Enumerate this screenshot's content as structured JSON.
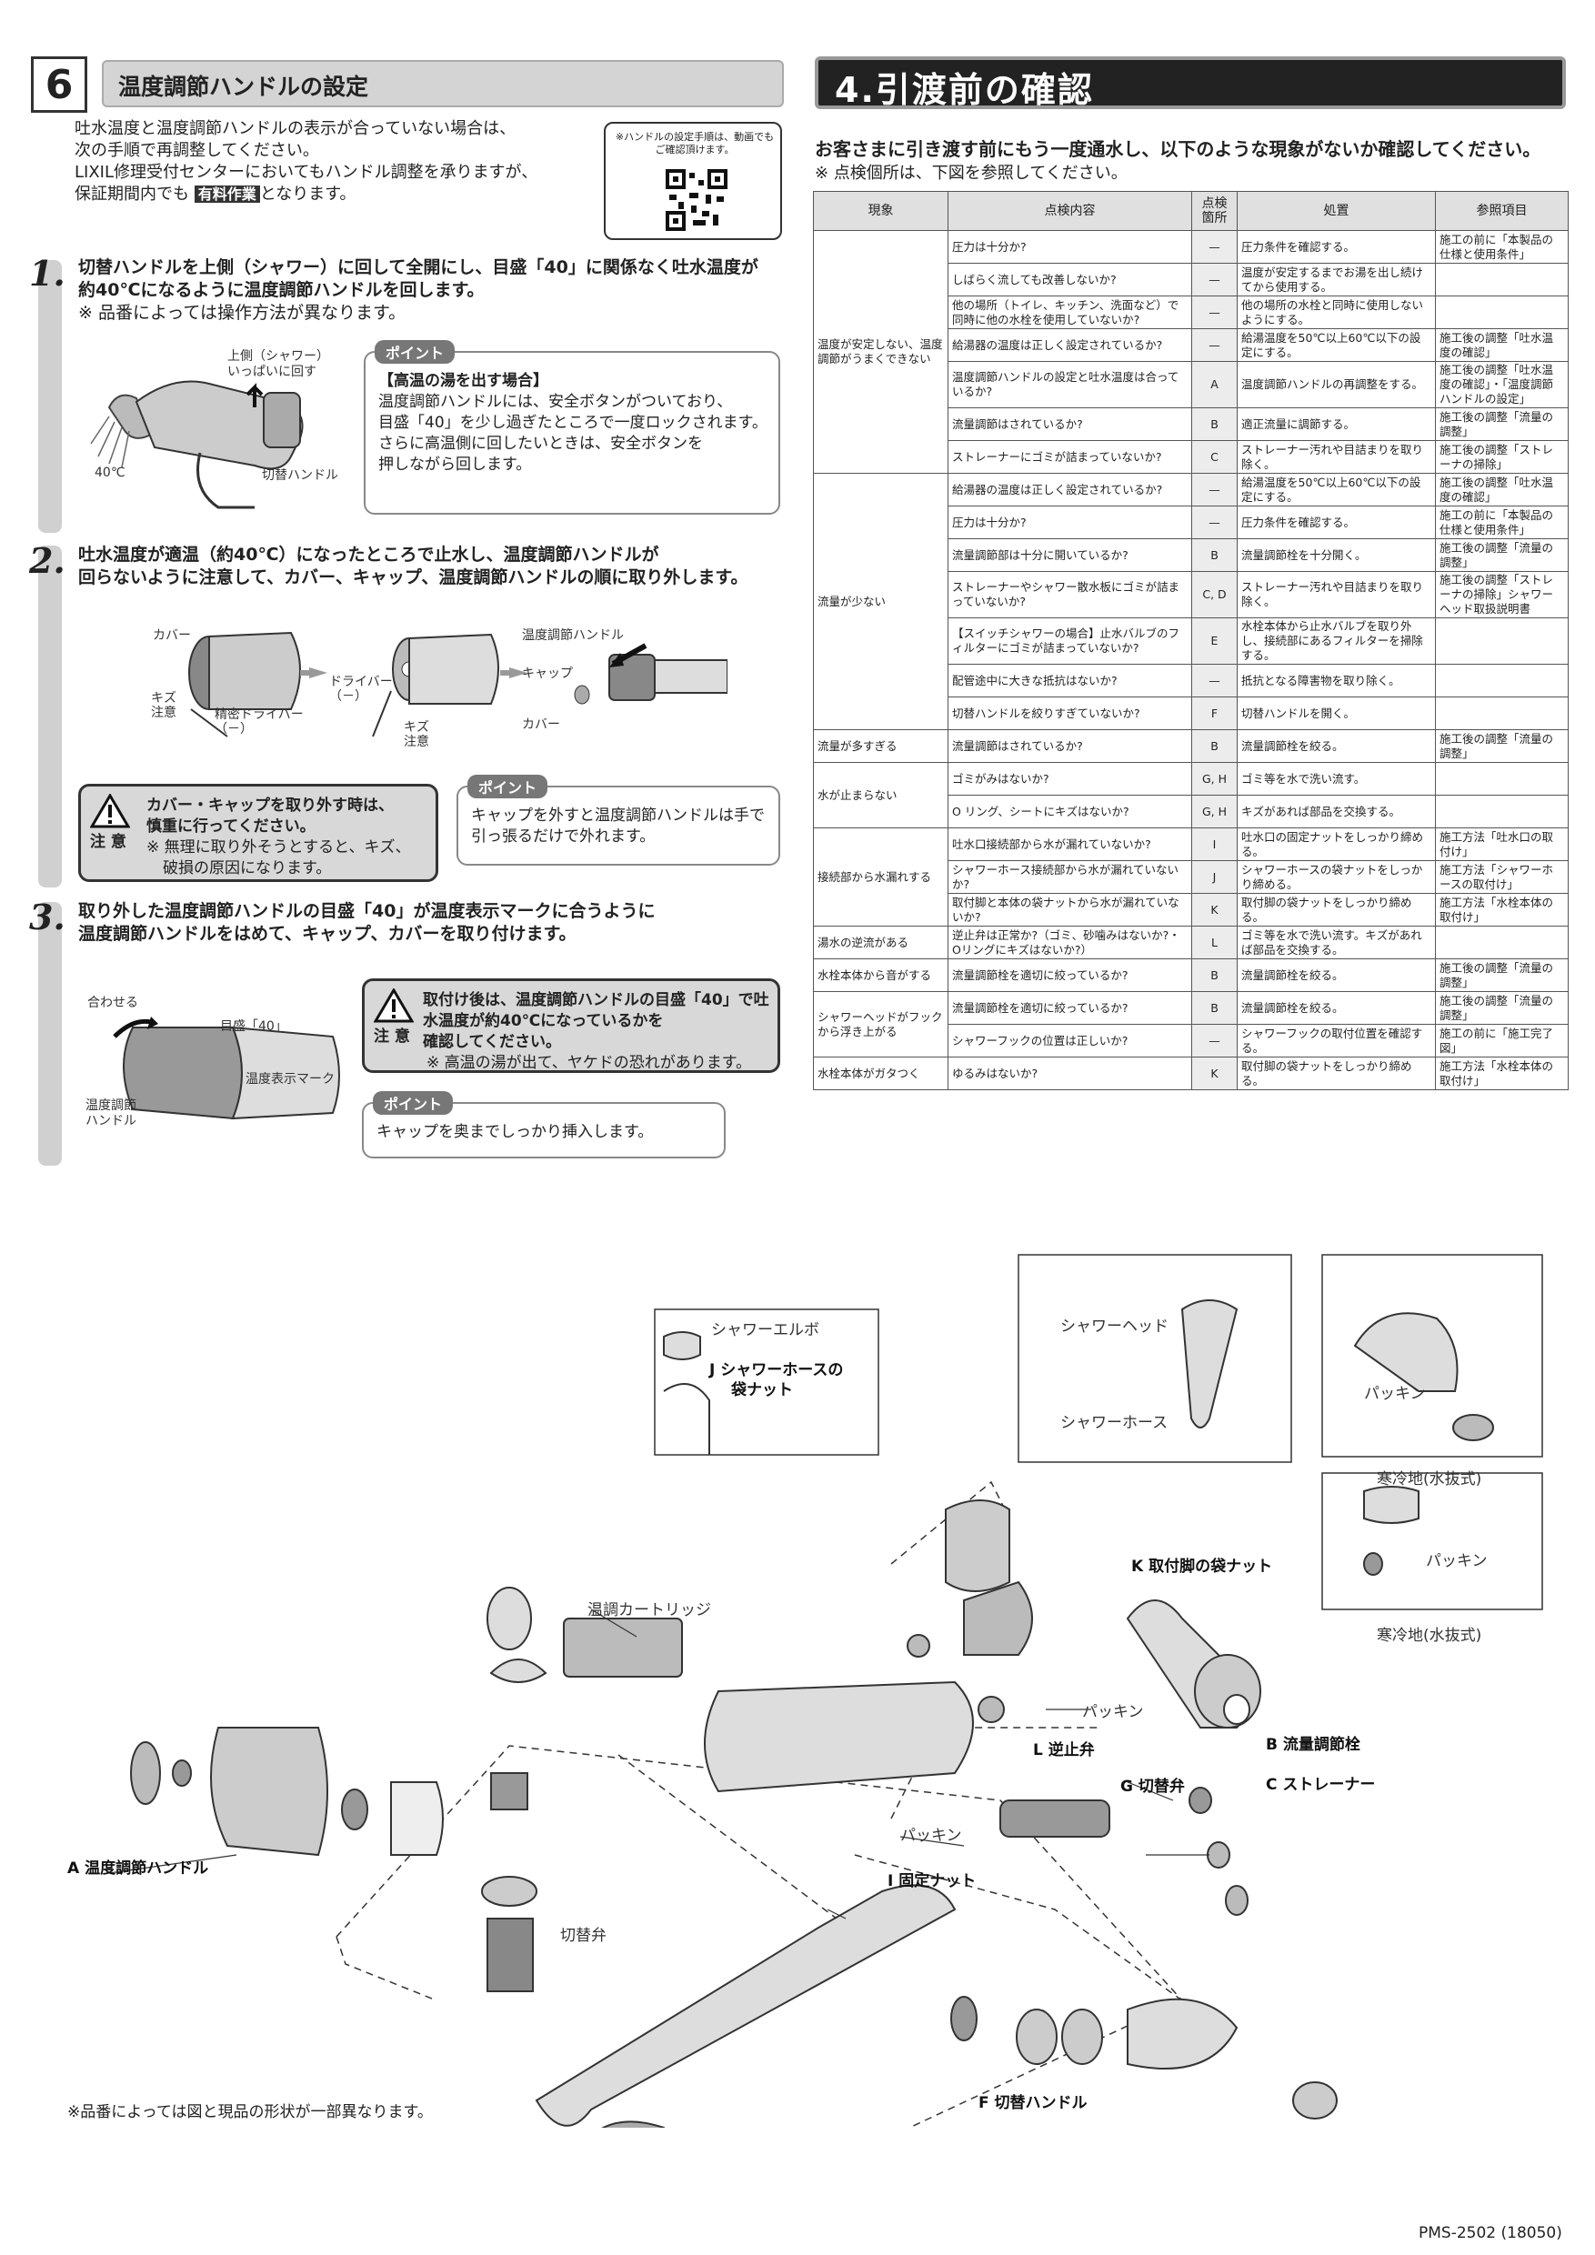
{
  "section6": {
    "number": "6",
    "title": "温度調節ハンドルの設定",
    "intro": [
      "吐水温度と温度調節ハンドルの表示が合っていない場合は、",
      "次の手順で再調整してください。",
      "LIXIL修理受付センターにおいてもハンドル調整を承りますが、"
    ],
    "intro_last_pre": "保証期間内でも",
    "intro_badge": "有料作業",
    "intro_last_post": "となります。",
    "qr_caption": "※ハンドルの設定手順は、動画でもご確認頂けます。",
    "step1": {
      "num": "1.",
      "line1": "切替ハンドルを上側（シャワー）に回して全開にし、目盛「40」に関係なく吐水温度が",
      "line2": "約40℃になるように温度調節ハンドルを回します。",
      "note": "※ 品番によっては操作方法が異なります。",
      "fig_upper": "上側（シャワー）",
      "fig_upper2": "いっぱいに回す",
      "fig_temp": "40℃",
      "fig_handle": "切替ハンドル",
      "point_tag": "ポイント",
      "point_title": "【高温の湯を出す場合】",
      "point_lines": [
        "温度調節ハンドルには、安全ボタンがついており、",
        "目盛「40」を少し過ぎたところで一度ロックされます。",
        "さらに高温側に回したいときは、安全ボタンを",
        "押しながら回します。"
      ]
    },
    "step2": {
      "num": "2.",
      "line1": "吐水温度が適温（約40℃）になったところで止水し、温度調節ハンドルが",
      "line2": "回らないように注意して、カバー、キャップ、温度調節ハンドルの順に取り外します。",
      "fig_cover": "カバー",
      "fig_scratch": "キズ",
      "fig_scratch2": "注意",
      "fig_driver": "精密ドライバー",
      "fig_minus": "（－）",
      "fig_driver2": "ドライバー",
      "fig_handle": "温度調節ハンドル",
      "fig_cap": "キャップ",
      "fig_cover2": "カバー",
      "caution_label": "注 意",
      "caution_lines": [
        "カバー・キャップを取り外す時は、",
        "慎重に行ってください。"
      ],
      "caution_note": [
        "※ 無理に取り外そうとすると、キズ、",
        "破損の原因になります。"
      ],
      "point_tag": "ポイント",
      "point_lines": [
        "キャップを外すと温度調節ハンドルは手で",
        "引っ張るだけで外れます。"
      ]
    },
    "step3": {
      "num": "3.",
      "line1": "取り外した温度調節ハンドルの目盛「40」が温度表示マークに合うように",
      "line2": "温度調節ハンドルをはめて、キャップ、カバーを取り付けます。",
      "fig_align": "合わせる",
      "fig_scale": "目盛「40」",
      "fig_mark": "温度表示マーク",
      "fig_handle": "温度調節",
      "fig_handle2": "ハンドル",
      "caution_label": "注 意",
      "caution_lines": [
        "取付け後は、温度調節ハンドルの目盛「40」で吐",
        "水温度が約40℃になっているかを",
        "確認してください。"
      ],
      "caution_note": [
        "※ 高温の湯が出て、ヤケドの恐れがあります。"
      ],
      "point_tag": "ポイント",
      "point_lines": [
        "キャップを奥までしっかり挿入します。"
      ]
    }
  },
  "section4": {
    "title": "4.引渡前の確認",
    "lead": "お客さまに引き渡す前にもう一度通水し、以下のような現象がないか確認してください。",
    "note": "※ 点検個所は、下図を参照してください。",
    "headers": [
      "現象",
      "点検内容",
      "点検箇所",
      "処置",
      "参照項目"
    ],
    "groups": [
      {
        "phenomenon": "温度が安定しない、温度調節がうまくできない",
        "rows": [
          [
            "圧力は十分か?",
            "—",
            "圧力条件を確認する。",
            "施工の前に「本製品の仕様と使用条件」"
          ],
          [
            "しばらく流しても改善しないか?",
            "—",
            "温度が安定するまでお湯を出し続けてから使用する。",
            ""
          ],
          [
            "他の場所（トイレ、キッチン、洗面など）で同時に他の水栓を使用していないか?",
            "—",
            "他の場所の水栓と同時に使用しないようにする。",
            ""
          ],
          [
            "給湯器の温度は正しく設定されているか?",
            "—",
            "給湯温度を50℃以上60℃以下の設定にする。",
            "施工後の調整「吐水温度の確認」"
          ],
          [
            "温度調節ハンドルの設定と吐水温度は合っているか?",
            "A",
            "温度調節ハンドルの再調整をする。",
            "施工後の調整「吐水温度の確認」・「温度調節ハンドルの設定」"
          ],
          [
            "流量調節はされているか?",
            "B",
            "適正流量に調節する。",
            "施工後の調整「流量の調整」"
          ],
          [
            "ストレーナーにゴミが詰まっていないか?",
            "C",
            "ストレーナー汚れや目詰まりを取り除く。",
            "施工後の調整「ストレーナの掃除」"
          ]
        ]
      },
      {
        "phenomenon": "流量が少ない",
        "rows": [
          [
            "給湯器の温度は正しく設定されているか?",
            "—",
            "給湯温度を50℃以上60℃以下の設定にする。",
            "施工後の調整「吐水温度の確認」"
          ],
          [
            "圧力は十分か?",
            "—",
            "圧力条件を確認する。",
            "施工の前に「本製品の仕様と使用条件」"
          ],
          [
            "流量調節部は十分に開いているか?",
            "B",
            "流量調節栓を十分開く。",
            "施工後の調整「流量の調整」"
          ],
          [
            "ストレーナーやシャワー散水板にゴミが詰まっていないか?",
            "C, D",
            "ストレーナー汚れや目詰まりを取り除く。",
            "施工後の調整「ストレーナの掃除」シャワーヘッド取扱説明書"
          ],
          [
            "【スイッチシャワーの場合】止水バルブのフィルターにゴミが詰まっていないか?",
            "E",
            "水栓本体から止水バルブを取り外し、接続部にあるフィルターを掃除する。",
            ""
          ],
          [
            "配管途中に大きな抵抗はないか?",
            "—",
            "抵抗となる障害物を取り除く。",
            ""
          ],
          [
            "切替ハンドルを絞りすぎていないか?",
            "F",
            "切替ハンドルを開く。",
            ""
          ]
        ]
      },
      {
        "phenomenon": "流量が多すぎる",
        "rows": [
          [
            "流量調節はされているか?",
            "B",
            "流量調節栓を絞る。",
            "施工後の調整「流量の調整」"
          ]
        ]
      },
      {
        "phenomenon": "水が止まらない",
        "rows": [
          [
            "ゴミがみはないか?",
            "G, H",
            "ゴミ等を水で洗い流す。",
            ""
          ],
          [
            "O リング、シートにキズはないか?",
            "G, H",
            "キズがあれば部品を交換する。",
            ""
          ]
        ]
      },
      {
        "phenomenon": "接続部から水漏れする",
        "rows": [
          [
            "吐水口接続部から水が漏れていないか?",
            "I",
            "吐水口の固定ナットをしっかり締める。",
            "施工方法「吐水口の取付け」"
          ],
          [
            "シャワーホース接続部から水が漏れていないか?",
            "J",
            "シャワーホースの袋ナットをしっかり締める。",
            "施工方法「シャワーホースの取付け」"
          ],
          [
            "取付脚と本体の袋ナットから水が漏れていないか?",
            "K",
            "取付脚の袋ナットをしっかり締める。",
            "施工方法「水栓本体の取付け」"
          ]
        ]
      },
      {
        "phenomenon": "湯水の逆流がある",
        "rows": [
          [
            "逆止弁は正常か?（ゴミ、砂噛みはないか?・Oリングにキズはないか?）",
            "L",
            "ゴミ等を水で洗い流す。キズがあれば部品を交換する。",
            ""
          ]
        ]
      },
      {
        "phenomenon": "水栓本体から音がする",
        "rows": [
          [
            "流量調節栓を適切に絞っているか?",
            "B",
            "流量調節栓を絞る。",
            "施工後の調整「流量の調整」"
          ]
        ]
      },
      {
        "phenomenon": "シャワーヘッドがフックから浮き上がる",
        "rows": [
          [
            "流量調節栓を適切に絞っているか?",
            "B",
            "流量調節栓を絞る。",
            "施工後の調整「流量の調整」"
          ],
          [
            "シャワーフックの位置は正しいか?",
            "—",
            "シャワーフックの取付位置を確認する。",
            "施工の前に「施工完了図」"
          ]
        ]
      },
      {
        "phenomenon": "水栓本体がガタつく",
        "rows": [
          [
            "ゆるみはないか?",
            "K",
            "取付脚の袋ナットをしっかり締める。",
            "施工方法「水栓本体の取付け」"
          ]
        ]
      }
    ]
  },
  "diagram": {
    "shower_elbow": "シャワーエルボ",
    "j_nut": "J シャワーホースの",
    "j_nut2": "袋ナット",
    "shower_head": "シャワーヘッド",
    "shower_hose": "シャワーホース",
    "packing": "パッキン",
    "cold_region1": "寒冷地(水抜式)",
    "packing2": "パッキン",
    "cold_region2": "寒冷地(水抜式)",
    "k_nut": "K 取付脚の袋ナット",
    "cartridge": "温調カートリッジ",
    "packing3": "パッキン",
    "l_valve": "L 逆止弁",
    "b_valve": "B 流量調節栓",
    "g_valve": "G 切替弁",
    "c_strainer": "C ストレーナー",
    "a_handle": "A 温度調節ハンドル",
    "packing4": "パッキン",
    "i_nut": "I 固定ナット",
    "switch_valve": "切替弁",
    "f_handle": "F 切替ハンドル"
  },
  "footnote": "※品番によっては図と現品の形状が一部異なります。",
  "doc_number": "PMS-2502 (18050)"
}
